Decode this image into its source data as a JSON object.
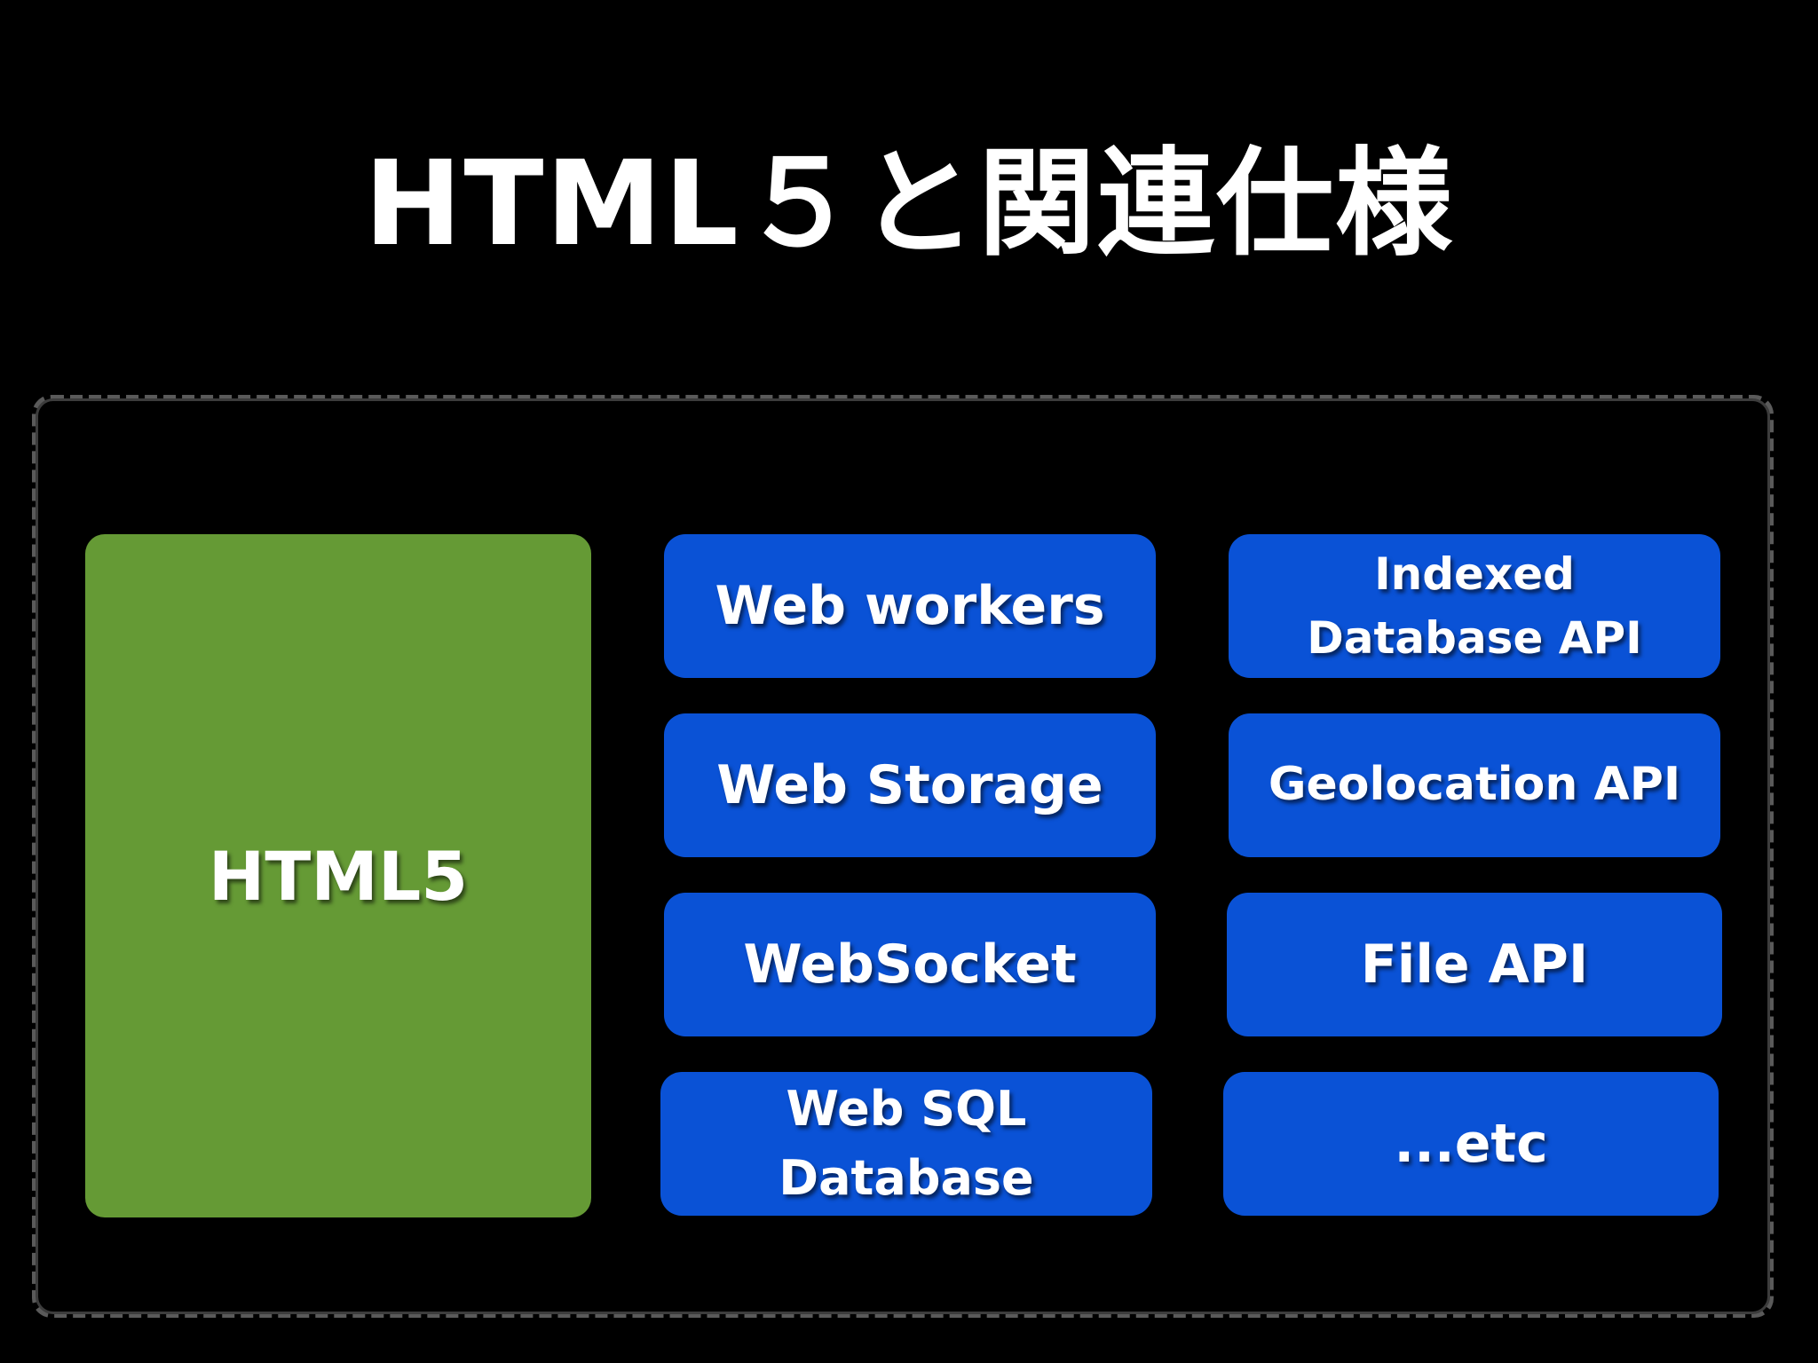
{
  "title": "HTML５と関連仕様",
  "html5_label": "HTML5",
  "left_column": [
    {
      "label": "Web workers"
    },
    {
      "label": "Web Storage"
    },
    {
      "label": "WebSocket"
    },
    {
      "label": "Web SQL\nDatabase"
    }
  ],
  "right_column": [
    {
      "label": "Indexed\nDatabase API"
    },
    {
      "label": "Geolocation API"
    },
    {
      "label": "File API"
    },
    {
      "label": "...etc"
    }
  ],
  "colors": {
    "background": "#000000",
    "html5_block": "#659a35",
    "api_box": "#0a52d6",
    "frame_border": "#5a5a5a",
    "text": "#ffffff"
  }
}
